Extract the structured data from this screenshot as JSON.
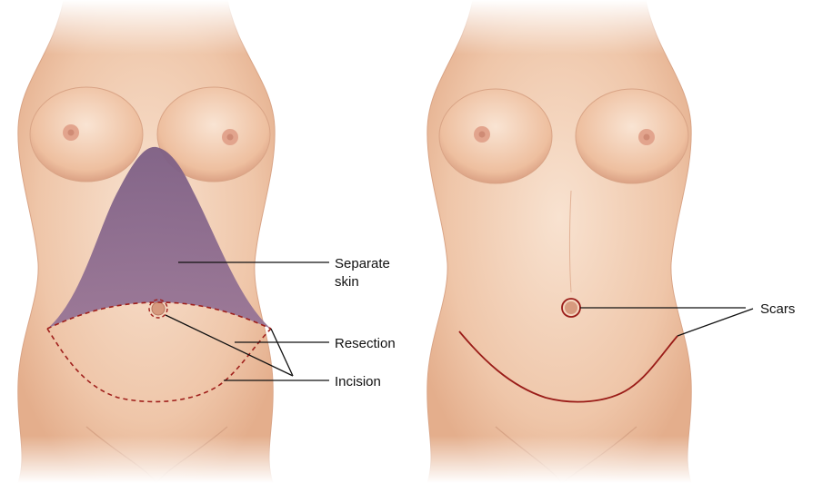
{
  "labels": {
    "separate_skin_line1": "Separate",
    "separate_skin_line2": "skin",
    "resection": "Resection",
    "incision": "Incision",
    "scars": "Scars"
  },
  "colors": {
    "background": "#ffffff",
    "skin_light": "#f6dcc8",
    "skin_mid": "#eec1a3",
    "skin_shadow": "#d49a7a",
    "separated_skin": "#8a6b8e",
    "incision_line": "#a0201c",
    "scar_line": "#9a1c18",
    "leader_line": "#111111"
  }
}
